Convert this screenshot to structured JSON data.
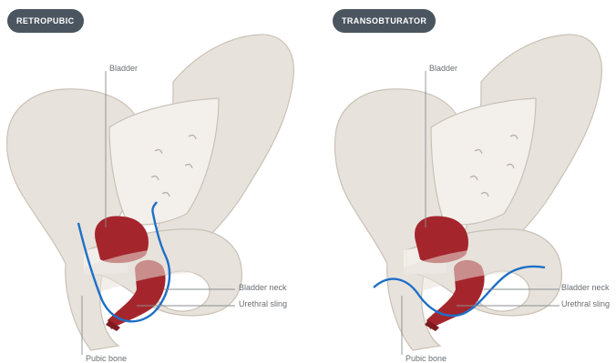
{
  "panels": [
    {
      "badge": "RETROPUBIC",
      "labels": {
        "bladder": "Bladder",
        "bladder_neck": "Bladder neck",
        "urethral_sling": "Urethral sling",
        "pubic_bone": "Pubic bone"
      }
    },
    {
      "badge": "TRANSOBTURATOR",
      "labels": {
        "bladder": "Bladder",
        "bladder_neck": "Bladder neck",
        "urethral_sling": "Urethral sling",
        "pubic_bone": "Pubic bone"
      }
    }
  ],
  "colors": {
    "bone": "#e7e2db",
    "bone_outline": "#c9c1b6",
    "sacrum": "#f3f0ec",
    "bladder": "#a4262c",
    "sling": "#1e6fc6",
    "badge": "#4b5560",
    "leader_line": "#8a8d90"
  }
}
